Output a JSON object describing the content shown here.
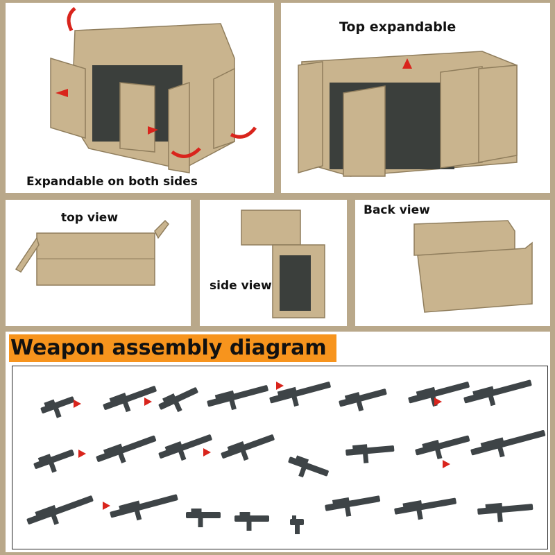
{
  "panels": {
    "expandable_sides": "Expandable on both sides",
    "top_expandable": "Top expandable",
    "top_view": "top view",
    "side_view": "side view",
    "back_view": "Back view"
  },
  "weapons_section": {
    "title": "Weapon assembly diagram"
  },
  "colors": {
    "accent": "#f7941d",
    "frame": "#b9a88a",
    "container": "#c9b48e",
    "weapon": "#3e4447",
    "arrow": "#d9241c"
  }
}
